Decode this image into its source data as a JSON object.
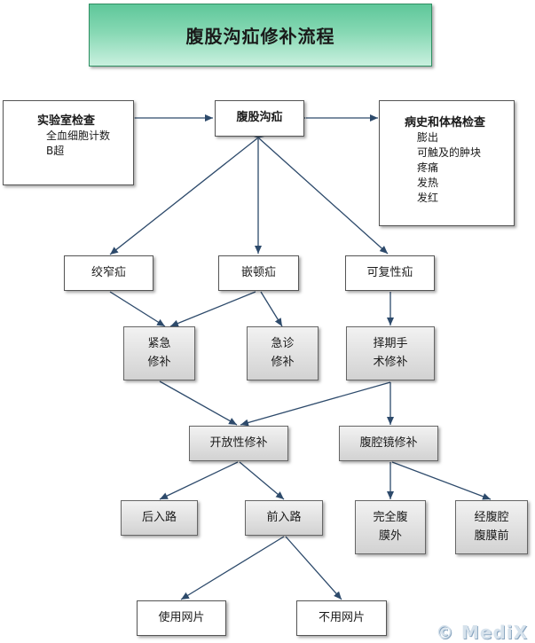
{
  "title": "腹股沟疝修补流程",
  "hernia_node": "腹股沟疝",
  "lab": {
    "heading": "实验室检查",
    "items": [
      "全血细胞计数",
      "B超"
    ]
  },
  "history": {
    "heading": "病史和体格检查",
    "items": [
      "膨出",
      "可触及的肿块",
      "疼痛",
      "发热",
      "发红"
    ]
  },
  "types": {
    "strangulated": "绞窄疝",
    "incarcerated": "嵌顿疝",
    "reducible": "可复性疝"
  },
  "repairs": {
    "emergency": [
      "紧急",
      "修补"
    ],
    "urgent": [
      "急诊",
      "修补"
    ],
    "elective": [
      "择期手",
      "术修补"
    ]
  },
  "methods": {
    "open": "开放性修补",
    "laparoscopic": "腹腔镜修补"
  },
  "approaches": {
    "posterior": "后入路",
    "anterior": "前入路",
    "tapp": [
      "完全腹",
      "膜外"
    ],
    "tep": [
      "经腹腔",
      "腹膜前"
    ]
  },
  "mesh": {
    "with": "使用网片",
    "without": "不用网片"
  },
  "watermark": "© MediX",
  "colors": {
    "title_bg": "#86d8b3",
    "arrow": "#2d4a6b"
  }
}
